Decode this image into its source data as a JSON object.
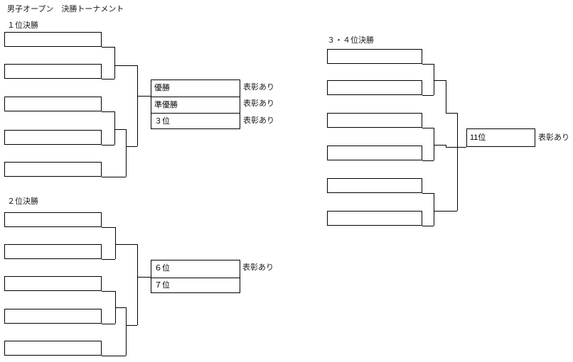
{
  "title": "男子オープン　決勝トーナメント",
  "colors": {
    "line": "#000000",
    "text": "#1a1a1a",
    "background": "#ffffff"
  },
  "brackets": {
    "first": {
      "label": "１位決勝",
      "slot_count": 5
    },
    "second": {
      "label": "２位決勝",
      "slot_count": 5
    },
    "third_fourth": {
      "label": "３・４位決勝",
      "slot_count": 6
    }
  },
  "results": {
    "first": {
      "rows": [
        {
          "rank": "優勝",
          "award": "表彰あり"
        },
        {
          "rank": "準優勝",
          "award": "表彰あり"
        },
        {
          "rank": "３位",
          "award": "表彰あり"
        }
      ]
    },
    "second": {
      "rows": [
        {
          "rank": "６位",
          "award": "表彰あり"
        },
        {
          "rank": "７位",
          "award": ""
        }
      ]
    },
    "third_fourth": {
      "rows": [
        {
          "rank": "11位",
          "award": "表彰あり"
        }
      ]
    }
  }
}
